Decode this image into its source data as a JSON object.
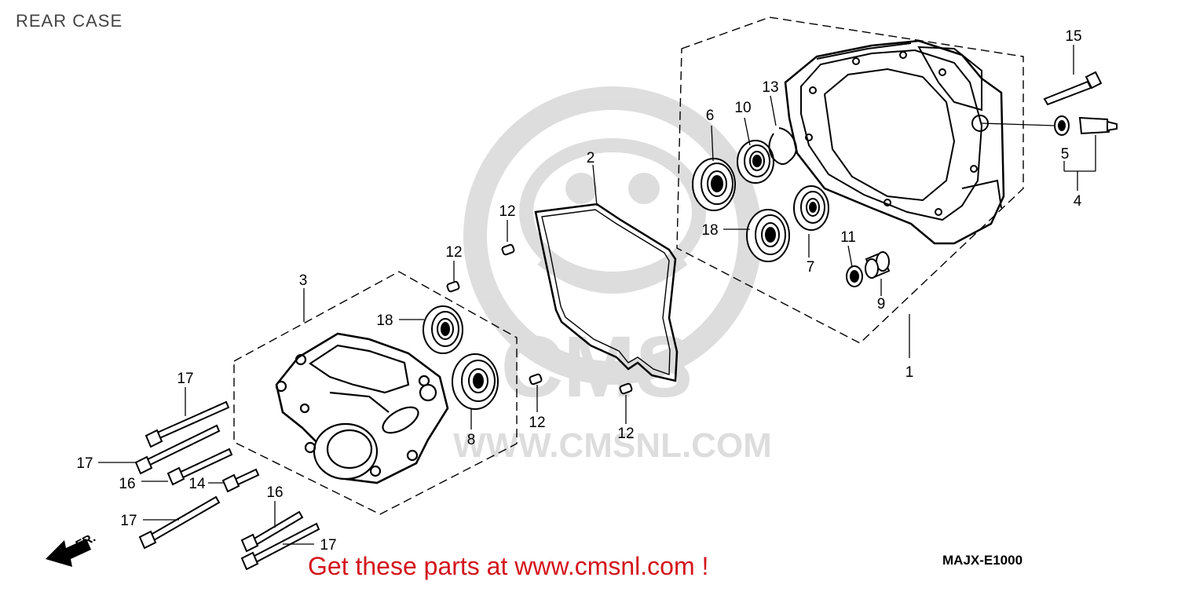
{
  "header": {
    "title": "REAR CASE"
  },
  "footer": {
    "promo": "Get these parts at www.cmsnl.com !",
    "diagram_code": "MAJX-E1000"
  },
  "watermark": {
    "logo_text": "CMS",
    "url_text": "WWW.CMSNL.COM"
  },
  "direction": {
    "label": "FR."
  },
  "callouts": {
    "c1": "1",
    "c2": "2",
    "c3": "3",
    "c4": "4",
    "c5": "5",
    "c6": "6",
    "c7": "7",
    "c8": "8",
    "c9": "9",
    "c10": "10",
    "c11": "11",
    "c12a": "12",
    "c12b": "12",
    "c12c": "12",
    "c12d": "12",
    "c13": "13",
    "c14": "14",
    "c15": "15",
    "c16a": "16",
    "c16b": "16",
    "c17a": "17",
    "c17b": "17",
    "c17c": "17",
    "c17d": "17",
    "c18a": "18",
    "c18b": "18"
  }
}
